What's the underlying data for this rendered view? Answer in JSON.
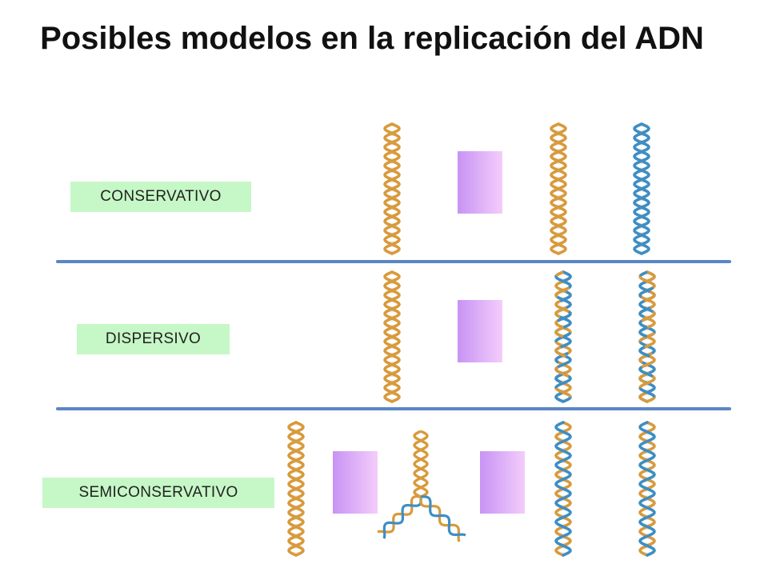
{
  "title": "Posibles modelos en la replicación del ADN",
  "colors": {
    "label_bg": "#c6f7c6",
    "divider": "#5b86c4",
    "box_from": "#c893f4",
    "box_to": "#f3cdfb",
    "strand_gold": "#d89a3c",
    "strand_blue": "#3d8ec4"
  },
  "models": [
    {
      "label": "CONSERVATIVO"
    },
    {
      "label": "DISPERSIVO"
    },
    {
      "label": "SEMICONSERVATIVO"
    }
  ]
}
